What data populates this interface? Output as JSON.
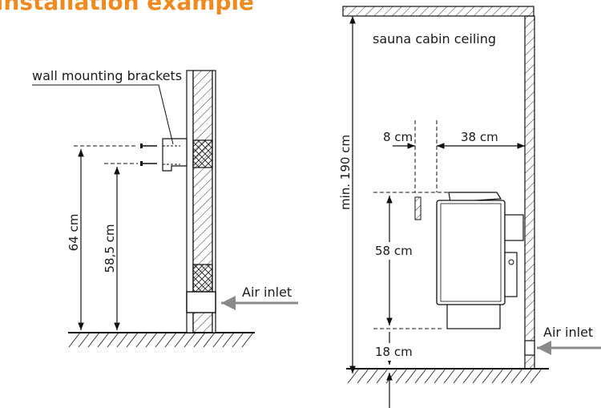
{
  "page_title": "Installation example",
  "colors": {
    "title": "#f08a1e",
    "line": "#222222",
    "grey_arrow": "#8a8a8a"
  },
  "left_diagram": {
    "bracket_label": "wall mounting brackets",
    "height_upper": "64 cm",
    "height_lower": "58,5 cm",
    "air_inlet_label": "Air inlet"
  },
  "right_diagram": {
    "ceiling_label": "sauna cabin ceiling",
    "total_height": "min. 190 cm",
    "gap_left": "8 cm",
    "gap_right": "38 cm",
    "heater_height": "58 cm",
    "floor_gap": "18 cm",
    "air_inlet_label": "Air inlet"
  }
}
